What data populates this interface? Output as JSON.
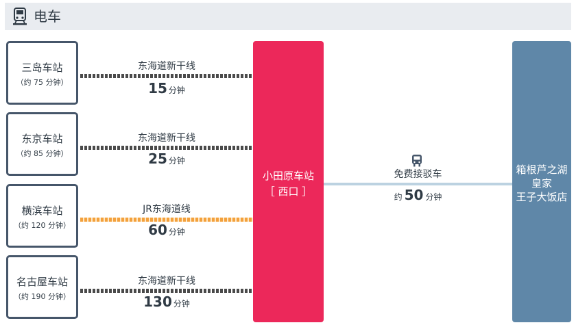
{
  "header": {
    "title": "电车",
    "icon": "train-icon"
  },
  "routes": [
    {
      "station": "三岛车站",
      "station_time": "（约 75 分钟）",
      "line": "东海道新干线",
      "duration": "15",
      "unit": "分钟",
      "line_type": "shinkansen"
    },
    {
      "station": "东京车站",
      "station_time": "（约 85 分钟）",
      "line": "东海道新干线",
      "duration": "25",
      "unit": "分钟",
      "line_type": "shinkansen"
    },
    {
      "station": "横滨车站",
      "station_time": "（约 120 分钟）",
      "line": "JR东海道线",
      "duration": "60",
      "unit": "分钟",
      "line_type": "jr"
    },
    {
      "station": "名古屋车站",
      "station_time": "（约 190 分钟）",
      "line": "东海道新干线",
      "duration": "130",
      "unit": "分钟",
      "line_type": "shinkansen"
    }
  ],
  "hub": {
    "name": "小田原车站",
    "exit": "［ 西口 ］"
  },
  "shuttle": {
    "icon": "bus-icon",
    "label": "免费接驳车",
    "prefix": "约",
    "duration": "50",
    "unit": "分钟"
  },
  "destination": {
    "line1": "箱根芦之湖",
    "line2": "皇家",
    "line3": "王子大饭店"
  },
  "colors": {
    "hub": "#ec285a",
    "destination": "#5f87a8",
    "station_border": "#46566a",
    "jr_line": "#f3a13d",
    "shinkansen_line": "#4a4a4a",
    "shuttle_line": "#bcd2e1"
  }
}
